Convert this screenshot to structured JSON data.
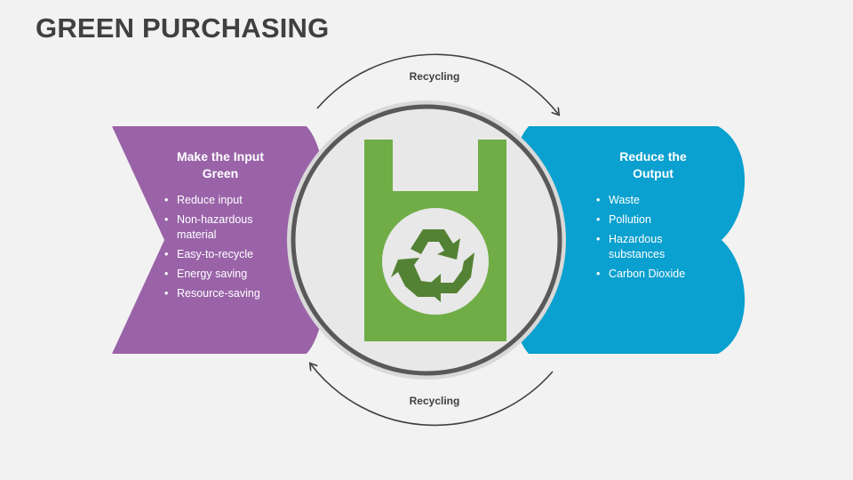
{
  "title": "GREEN PURCHASING",
  "cycle": {
    "top_label": "Recycling",
    "bottom_label": "Recycling"
  },
  "left_panel": {
    "title": "Make the Input Green",
    "items": [
      "Reduce input",
      "Non-hazardous material",
      "Easy-to-recycle",
      "Energy saving",
      "Resource-saving"
    ],
    "color": "#9a63a8"
  },
  "right_panel": {
    "title": "Reduce the Output",
    "items": [
      "Waste",
      "Pollution",
      "Hazardous substances",
      "Carbon Dioxide"
    ],
    "color": "#0aa0cf"
  },
  "center": {
    "icon": "recycle-bag-icon",
    "bag_color": "#70ad47",
    "arrow_color": "#548235"
  }
}
